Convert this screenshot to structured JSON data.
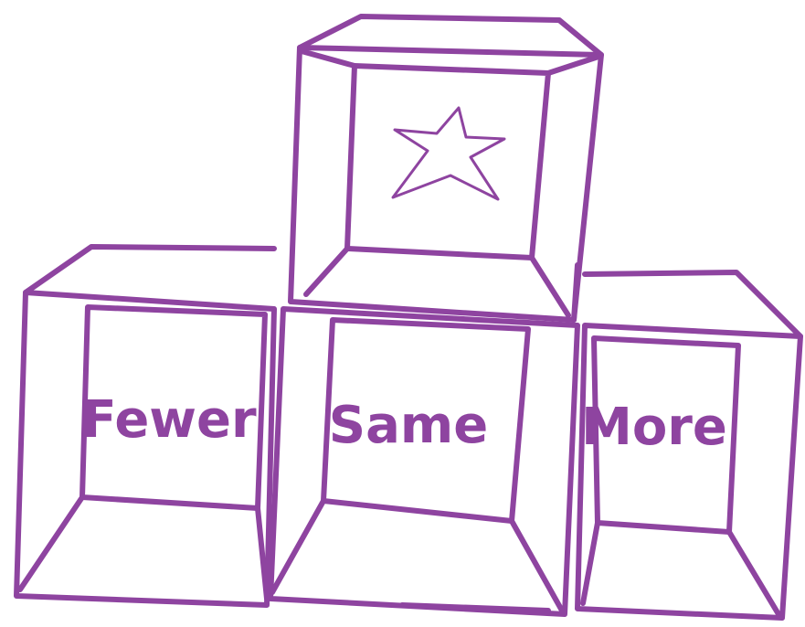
{
  "colors": {
    "ink": "#8e44a0",
    "background": "#ffffff"
  },
  "boxes": [
    {
      "label": "Fewer"
    },
    {
      "label": "Same"
    },
    {
      "label": "More"
    }
  ],
  "top_box": {
    "icon": "star-icon"
  }
}
